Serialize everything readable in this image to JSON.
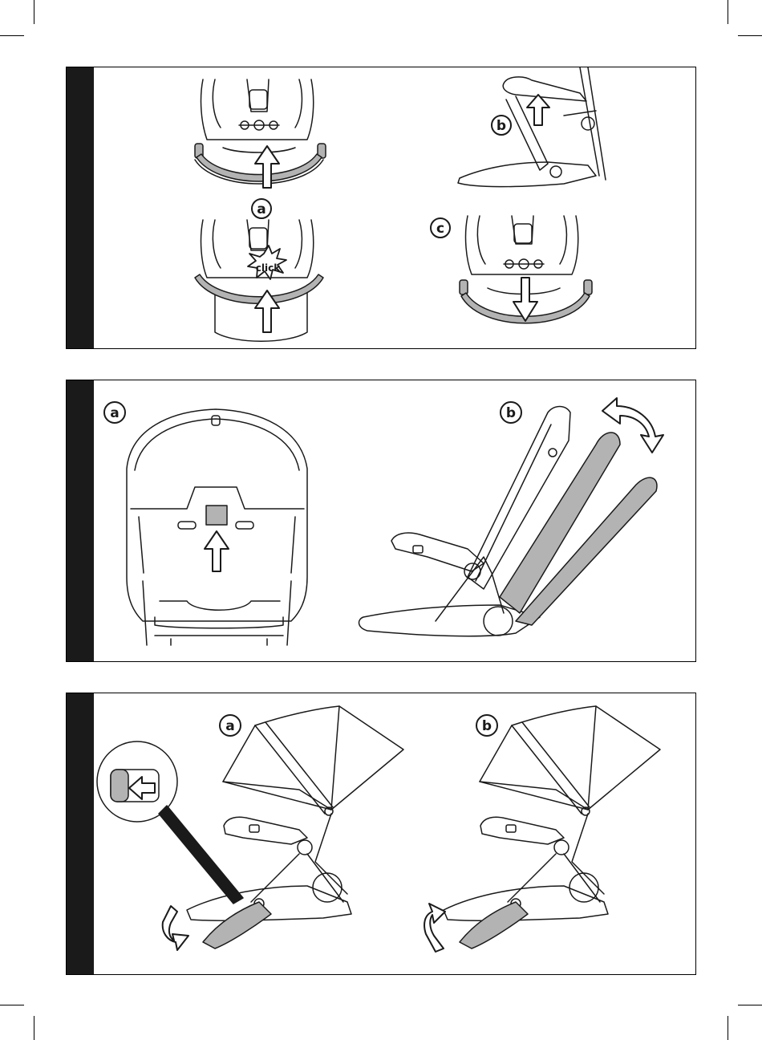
{
  "panels": [
    {
      "steps": [
        {
          "label": "a"
        },
        {
          "label": "b"
        },
        {
          "label": "c"
        }
      ],
      "callout": "click"
    },
    {
      "steps": [
        {
          "label": "a"
        },
        {
          "label": "b"
        }
      ]
    },
    {
      "steps": [
        {
          "label": "a"
        },
        {
          "label": "b"
        }
      ]
    }
  ],
  "colors": {
    "line": "#1a1a1a",
    "fill_gray": "#b3b3b3",
    "tab_bar": "#1a1a1a"
  }
}
